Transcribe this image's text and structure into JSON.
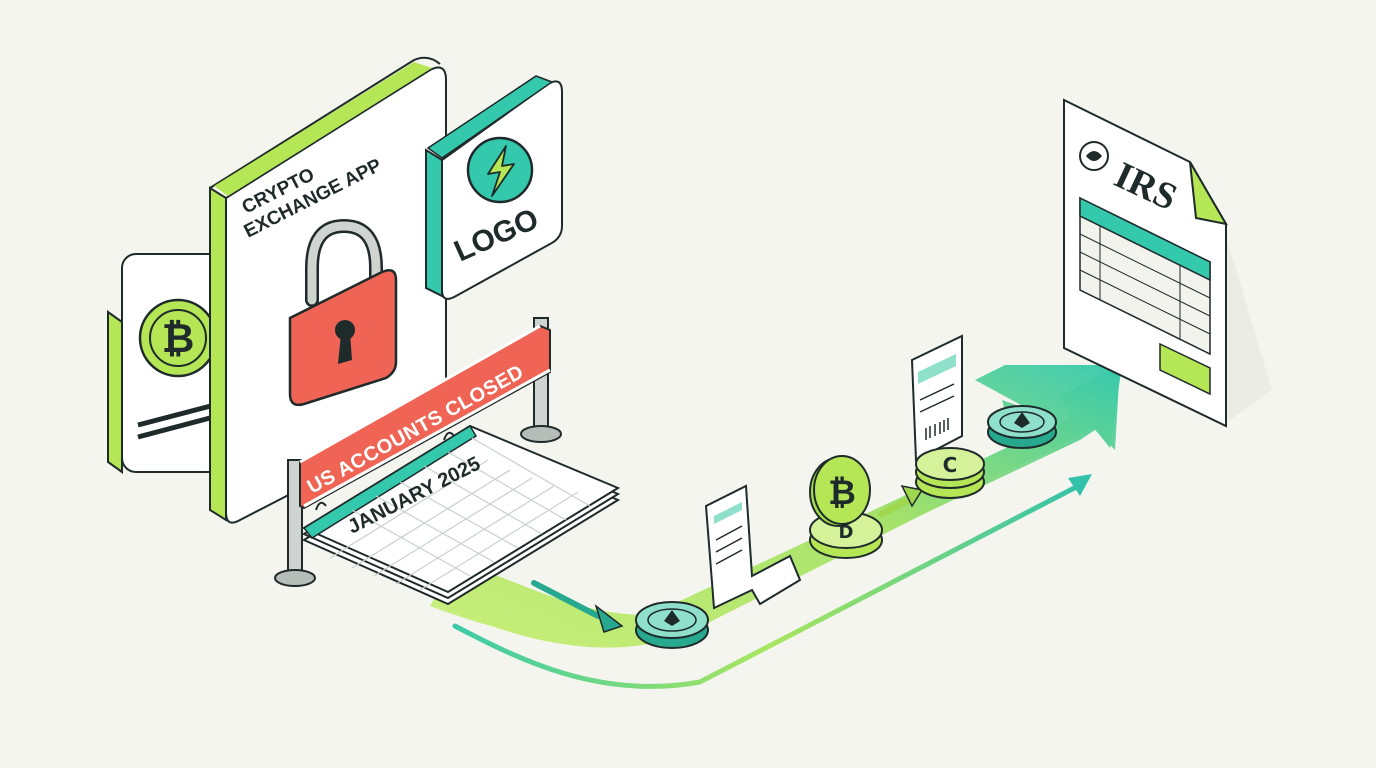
{
  "app_card": {
    "title_line1": "CRYPTO",
    "title_line2": "EXCHANGE APP"
  },
  "logo_card": {
    "label": "LOGO"
  },
  "banner": {
    "text": "US ACCOUNTS CLOSED"
  },
  "calendar": {
    "month_label": "JANUARY 2025"
  },
  "irs_form": {
    "agency_label": "IRS"
  },
  "colors": {
    "ink": "#1f2a2a",
    "lime": "#b5e655",
    "lime_dark": "#8fcb3c",
    "teal": "#34c8ad",
    "teal_dark": "#27a98f",
    "red": "#ef6454",
    "paper": "#ffffff",
    "background": "#f4f5ef"
  },
  "icons": [
    "bitcoin-coin-icon",
    "padlock-icon",
    "lightning-logo-icon",
    "ethereum-coin-icon",
    "receipt-icon",
    "flow-arrow-icon",
    "irs-emblem-icon"
  ]
}
